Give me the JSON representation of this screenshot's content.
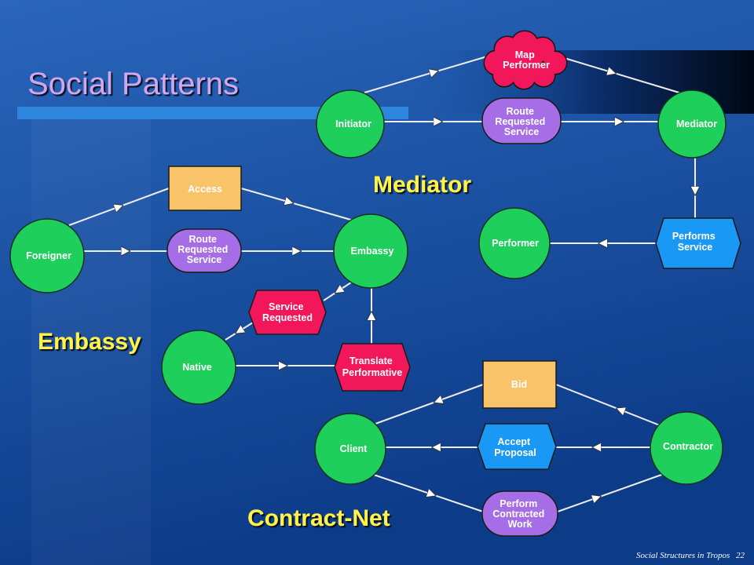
{
  "slide": {
    "title": "Social Patterns",
    "footer_text": "Social Structures in Tropos",
    "page_number": "22"
  },
  "colors": {
    "title": "#d0a6ec",
    "pattern_label": "#fff24a",
    "actor": "#1fcf5c",
    "goal": "#f2165a",
    "softgoal_pill": "#a66ee6",
    "task_hex_blue": "#1a98f5",
    "task_hex_red": "#f2165a",
    "resource_box": "#f9c36a",
    "link": "#eeeeee"
  },
  "mediator_pattern": {
    "label": "Mediator",
    "actors": {
      "initiator": "Initiator",
      "mediator": "Mediator",
      "performer": "Performer"
    },
    "dependums": {
      "map_performer": [
        "Map",
        "Performer"
      ],
      "route_requested_service": [
        "Route",
        "Requested",
        "Service"
      ],
      "performs_service": [
        "Performs",
        "Service"
      ]
    }
  },
  "embassy_pattern": {
    "label": "Embassy",
    "actors": {
      "foreigner": "Foreigner",
      "embassy": "Embassy",
      "native": "Native"
    },
    "dependums": {
      "access": "Access",
      "route_requested_service": [
        "Route",
        "Requested",
        "Service"
      ],
      "service_requested": [
        "Service",
        "Requested"
      ],
      "translate_performative": [
        "Translate",
        "Performative"
      ]
    }
  },
  "contract_net_pattern": {
    "label": "Contract-Net",
    "actors": {
      "client": "Client",
      "contractor": "Contractor"
    },
    "dependums": {
      "bid": "Bid",
      "accept_proposal": [
        "Accept",
        "Proposal"
      ],
      "perform_contracted_work": [
        "Perform",
        "Contracted",
        "Work"
      ]
    }
  }
}
